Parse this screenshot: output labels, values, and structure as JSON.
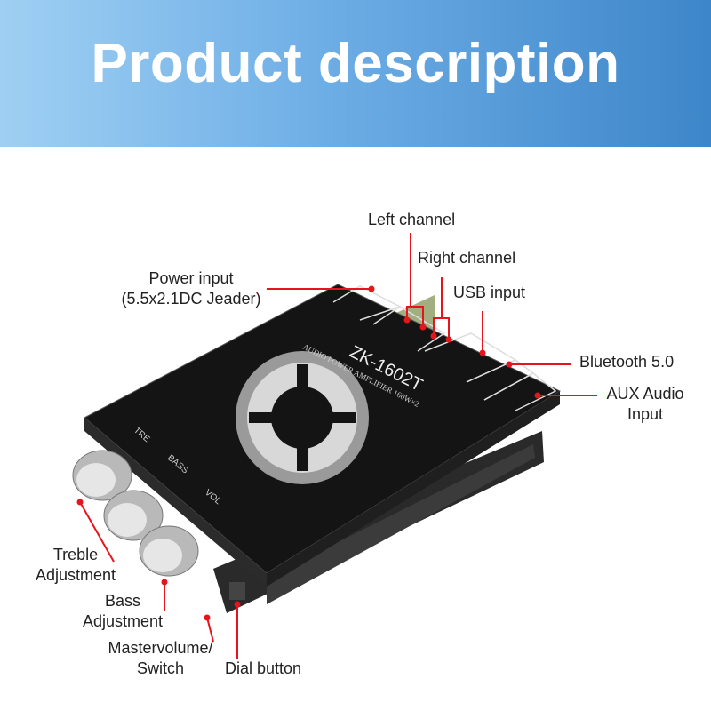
{
  "header": {
    "title": "Product description"
  },
  "board": {
    "model": "ZK-1602T",
    "subtitle": "AUDIO POWER AMPLIFIER 160W×2",
    "tre": "TRE",
    "bass": "BASS",
    "vol": "VOL"
  },
  "labels": {
    "power_input": "Power input",
    "power_input_sub": "(5.5x2.1DC Jeader)",
    "left_channel": "Left channel",
    "right_channel": "Right channel",
    "usb_input": "USB input",
    "bluetooth": "Bluetooth 5.0",
    "aux_1": "AUX Audio",
    "aux_2": "Input",
    "treble_1": "Treble",
    "treble_2": "Adjustment",
    "bass_1": "Bass",
    "bass_2": "Adjustment",
    "master_1": "Mastervolume/",
    "master_2": "Switch",
    "dial": "Dial button"
  },
  "colors": {
    "accent": "#e8141b",
    "board": "#161616"
  }
}
